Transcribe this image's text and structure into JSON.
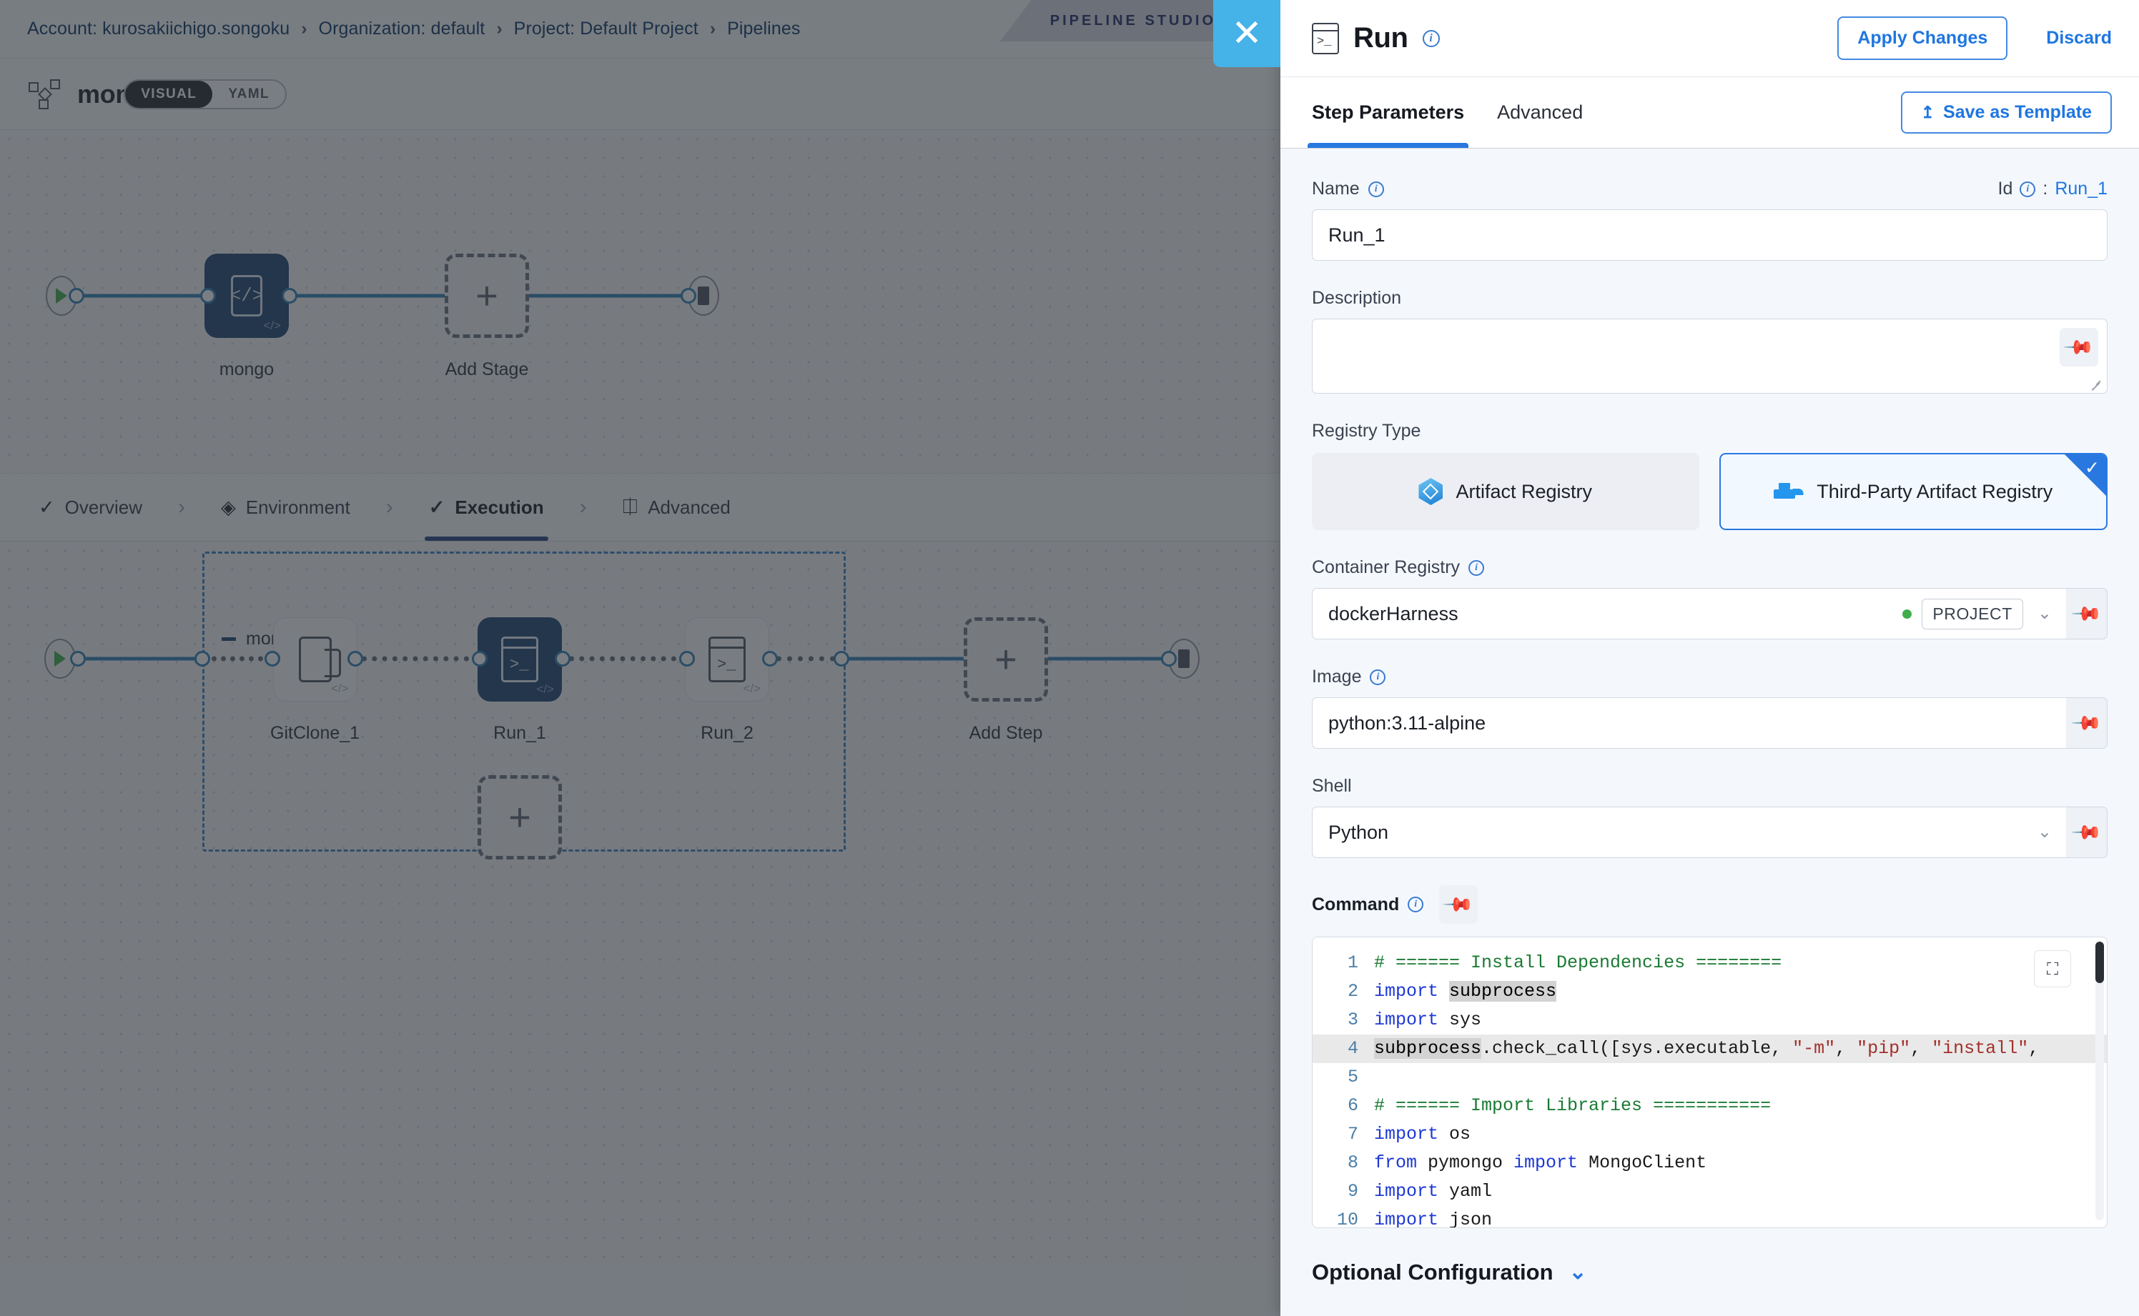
{
  "breadcrumb": {
    "items": [
      "Account: kurosakiichigo.songoku",
      "Organization: default",
      "Project: Default Project",
      "Pipelines"
    ],
    "separator": "›",
    "studio_tag": "PIPELINE STUDIO"
  },
  "pipeline": {
    "name": "mongo",
    "view_toggle": {
      "visual": "VISUAL",
      "yaml": "YAML",
      "selected": "VISUAL"
    },
    "stage_graph": {
      "nodes": [
        {
          "label": "mongo",
          "type": "stage",
          "selected": true
        },
        {
          "label": "Add Stage",
          "type": "add",
          "selected": false
        }
      ]
    }
  },
  "stage_tabs": {
    "items": [
      {
        "label": "Overview",
        "icon": "check-icon",
        "active": false
      },
      {
        "label": "Environment",
        "icon": "infra-icon",
        "active": false
      },
      {
        "label": "Execution",
        "icon": "check-icon",
        "active": true
      },
      {
        "label": "Advanced",
        "icon": "advanced-icon",
        "active": false
      }
    ],
    "separator": "›"
  },
  "execution_graph": {
    "group_label": "mongo",
    "steps": [
      {
        "label": "GitClone_1",
        "type": "gitclone",
        "selected": false
      },
      {
        "label": "Run_1",
        "type": "run",
        "selected": true
      },
      {
        "label": "Run_2",
        "type": "run",
        "selected": false
      },
      {
        "label": "Add Step",
        "type": "add",
        "selected": false
      }
    ],
    "add_parallel_label": "+"
  },
  "panel": {
    "close_label": "✕",
    "title": "Run",
    "apply_label": "Apply Changes",
    "discard_label": "Discard",
    "tabs": [
      {
        "label": "Step Parameters",
        "active": true
      },
      {
        "label": "Advanced",
        "active": false
      }
    ],
    "save_template_label": "Save as Template",
    "save_template_icon": "upload-icon",
    "fields": {
      "name_label": "Name",
      "name_value": "Run_1",
      "id_label": "Id",
      "id_sep": ":",
      "id_value": "Run_1",
      "description_label": "Description",
      "description_value": "",
      "registry_type_label": "Registry Type",
      "registry_options": [
        {
          "label": "Artifact Registry",
          "icon": "harness-hex-icon",
          "selected": false
        },
        {
          "label": "Third-Party Artifact Registry",
          "icon": "docker-icon",
          "selected": true
        }
      ],
      "container_registry_label": "Container Registry",
      "container_registry_value": "dockerHarness",
      "container_registry_scope": "PROJECT",
      "image_label": "Image",
      "image_value": "python:3.11-alpine",
      "shell_label": "Shell",
      "shell_value": "Python",
      "command_label": "Command"
    },
    "optional_configuration_label": "Optional Configuration",
    "colors": {
      "accent_blue": "#2878e0",
      "panel_bg": "#f4f8fd",
      "close_btn": "#45b2e8",
      "selected_node": "#1b4272",
      "docker_blue": "#2496ed",
      "status_green": "#3fae4a"
    }
  },
  "code": {
    "language": "python",
    "total_lines_visible": 10,
    "lines": [
      {
        "n": "1",
        "tokens": [
          {
            "t": "# ====== Install Dependencies ========",
            "c": "c-comment"
          }
        ]
      },
      {
        "n": "2",
        "tokens": [
          {
            "t": "import ",
            "c": "c-kw"
          },
          {
            "t": "subprocess",
            "c": "c-hi"
          }
        ]
      },
      {
        "n": "3",
        "tokens": [
          {
            "t": "import ",
            "c": "c-kw"
          },
          {
            "t": "sys",
            "c": "c-pun"
          }
        ]
      },
      {
        "n": "4",
        "highlight": true,
        "tokens": [
          {
            "t": "subprocess",
            "c": "c-hi"
          },
          {
            "t": ".check_call([sys.executable, ",
            "c": "c-pun"
          },
          {
            "t": "\"-m\"",
            "c": "c-str"
          },
          {
            "t": ", ",
            "c": "c-pun"
          },
          {
            "t": "\"pip\"",
            "c": "c-str"
          },
          {
            "t": ", ",
            "c": "c-pun"
          },
          {
            "t": "\"install\"",
            "c": "c-str"
          },
          {
            "t": ",",
            "c": "c-pun"
          }
        ]
      },
      {
        "n": "5",
        "tokens": [
          {
            "t": "",
            "c": "c-pun"
          }
        ]
      },
      {
        "n": "6",
        "tokens": [
          {
            "t": "# ====== Import Libraries ===========",
            "c": "c-comment"
          }
        ]
      },
      {
        "n": "7",
        "tokens": [
          {
            "t": "import ",
            "c": "c-kw"
          },
          {
            "t": "os",
            "c": "c-pun"
          }
        ]
      },
      {
        "n": "8",
        "tokens": [
          {
            "t": "from ",
            "c": "c-kw"
          },
          {
            "t": "pymongo ",
            "c": "c-pun"
          },
          {
            "t": "import ",
            "c": "c-kw"
          },
          {
            "t": "MongoClient",
            "c": "c-pun"
          }
        ]
      },
      {
        "n": "9",
        "tokens": [
          {
            "t": "import ",
            "c": "c-kw"
          },
          {
            "t": "yaml",
            "c": "c-pun"
          }
        ]
      },
      {
        "n": "10",
        "tokens": [
          {
            "t": "import ",
            "c": "c-kw"
          },
          {
            "t": "json",
            "c": "c-pun"
          }
        ]
      }
    ]
  }
}
